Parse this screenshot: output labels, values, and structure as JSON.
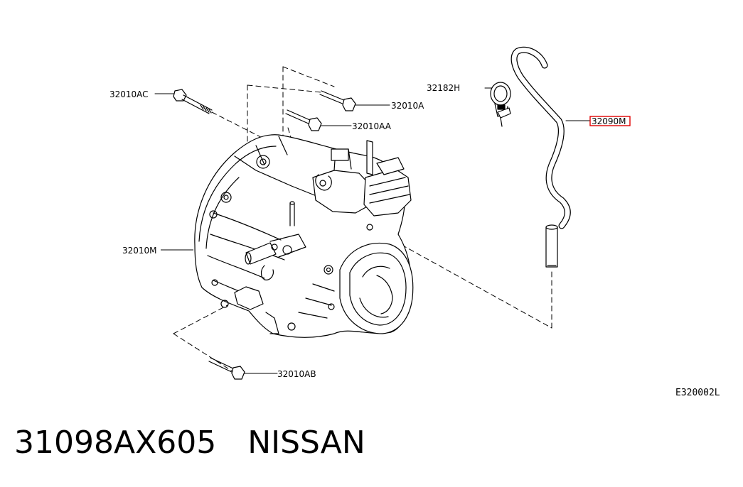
{
  "diagram": {
    "labels": {
      "bolt_ac": "32010AC",
      "bolt_a": "32010A",
      "bolt_aa": "32010AA",
      "case": "32010M",
      "bolt_ab": "32010AB",
      "clamp": "32182H",
      "tube_hidden": "32090M"
    },
    "reference": "E320002L",
    "highlight_color": "#e00000"
  },
  "caption": {
    "part_number": "31098AX605",
    "brand": "NISSAN"
  }
}
